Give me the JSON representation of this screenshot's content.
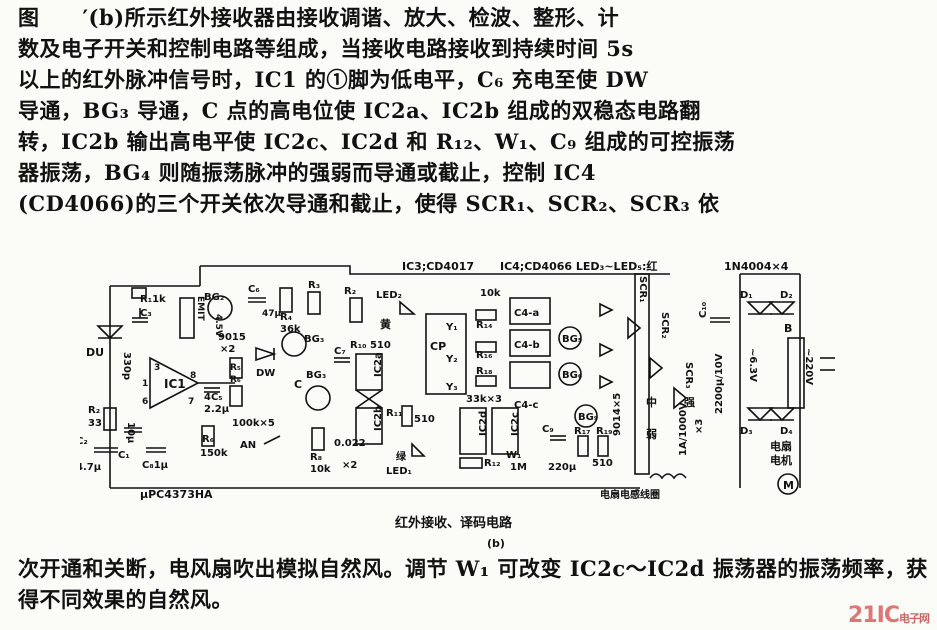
{
  "body_text_top": [
    "图　　′(b)所示红外接收器由接收调谐、放大、检波、整形、计",
    "数及电子开关和控制电路等组成，当接收电路接收到持续时间 5s",
    "以上的红外脉冲信号时，IC1 的①脚为低电平，C₆ 充电至使 DW",
    "导通，BG₃ 导通，C 点的高电位使 IC2a、IC2b 组成的双稳态电路翻",
    "转，IC2b 输出高电平使 IC2c、IC2d 和 R₁₂、W₁、C₉ 组成的可控振荡",
    "器振荡，BG₄ 则随振荡脉冲的强弱而导通或截止，控制 IC4",
    "(CD4066)的三个开关依次导通和截止，使得 SCR₁、SCR₂、SCR₃ 依"
  ],
  "body_text_bottom": [
    "次开通和关断，电风扇吹出模拟自然风。调节 W₁ 可改变 IC2c～IC2d 振荡器的振荡频率，获",
    "得不同效果的自然风。"
  ],
  "diagram": {
    "header_labels": [
      "IC3;CD4017",
      "IC4;CD4066 LED₃~LED₅:红",
      "1N4004×4"
    ],
    "component_labels": {
      "r1": "R₁1k",
      "c3": "C₃",
      "r2": "R₂",
      "r2v": "33",
      "c2": "C₂",
      "c2v": "4.7μ",
      "c1": "C₁",
      "c1v": "10μ",
      "c8": "C₈1μ",
      "v330": "330p",
      "du": "DU",
      "ic1": "IC1",
      "bg2": "BG₂",
      "v9015": "9015",
      "x2a": "×2",
      "c6": "C₆",
      "v45": "4.5V",
      "v47": "47μ",
      "r4": "R₄",
      "v36k": "36k",
      "r3": "R₃",
      "r5": "R₅",
      "dw": "DW",
      "bg3": "BG₃",
      "c4": "4C₅",
      "v22": "2.2μ",
      "r6": "R₆",
      "v150k": "150k",
      "v100k": "100k×5",
      "an": "AN",
      "r8": "R₈",
      "v10k": "10k",
      "c7": "C₇",
      "v0022": "0.022",
      "x2b": "×2",
      "cpt": "C",
      "r10": "R₁₀ 510",
      "ic2a": "IC2a",
      "ic2b": "IC2b",
      "r11": "R₁₁",
      "v510b": "510",
      "led1": "LED₁",
      "green": "绿",
      "led2": "LED₂",
      "yellow": "黄",
      "cp": "CP",
      "y1": "Y₁",
      "y2": "Y₂",
      "y3": "Y₃",
      "r10k": "10k",
      "r14": "R₁₄",
      "r16": "R₁₆",
      "r18": "R₁₈",
      "v33k": "33k×3",
      "c4a": "C4-a",
      "c4b": "C4-b",
      "c4c": "C4-c",
      "bg5": "BG₅",
      "bg6": "BG₆",
      "bg9": "BG₉",
      "ic2d": "IC2d",
      "ic2c": "IC2c",
      "w1": "W₁",
      "v1m": "1M",
      "r12": "R₁₂",
      "c9": "C₉",
      "v220": "220μ",
      "r17": "R₁₇",
      "r19": "R₁₉",
      "v510c": "510",
      "v9014": "9014×5",
      "scr1": "SCR₁",
      "scr2": "SCR₂",
      "scr3": "SCR₃",
      "weak": "弱",
      "mid": "中",
      "strong": "强",
      "v1a": "1A/1000V",
      "x3": "×3",
      "c10": "C₁₀",
      "v2200": "2200μ/10V",
      "d1": "D₁",
      "d2": "D₂",
      "d3": "D₃",
      "d4": "D₄",
      "b": "B",
      "v63": "~6.3V",
      "v220v": "~220V",
      "fan": "电扇",
      "motor": "电机",
      "m": "M",
      "coil": "电扇电感线圈",
      "ic": "μPC4373HA"
    }
  },
  "figure_caption": "红外接收、译码电路",
  "figure_tag": "(b)",
  "watermark": {
    "main": "21IC",
    "sub": "电子网"
  }
}
